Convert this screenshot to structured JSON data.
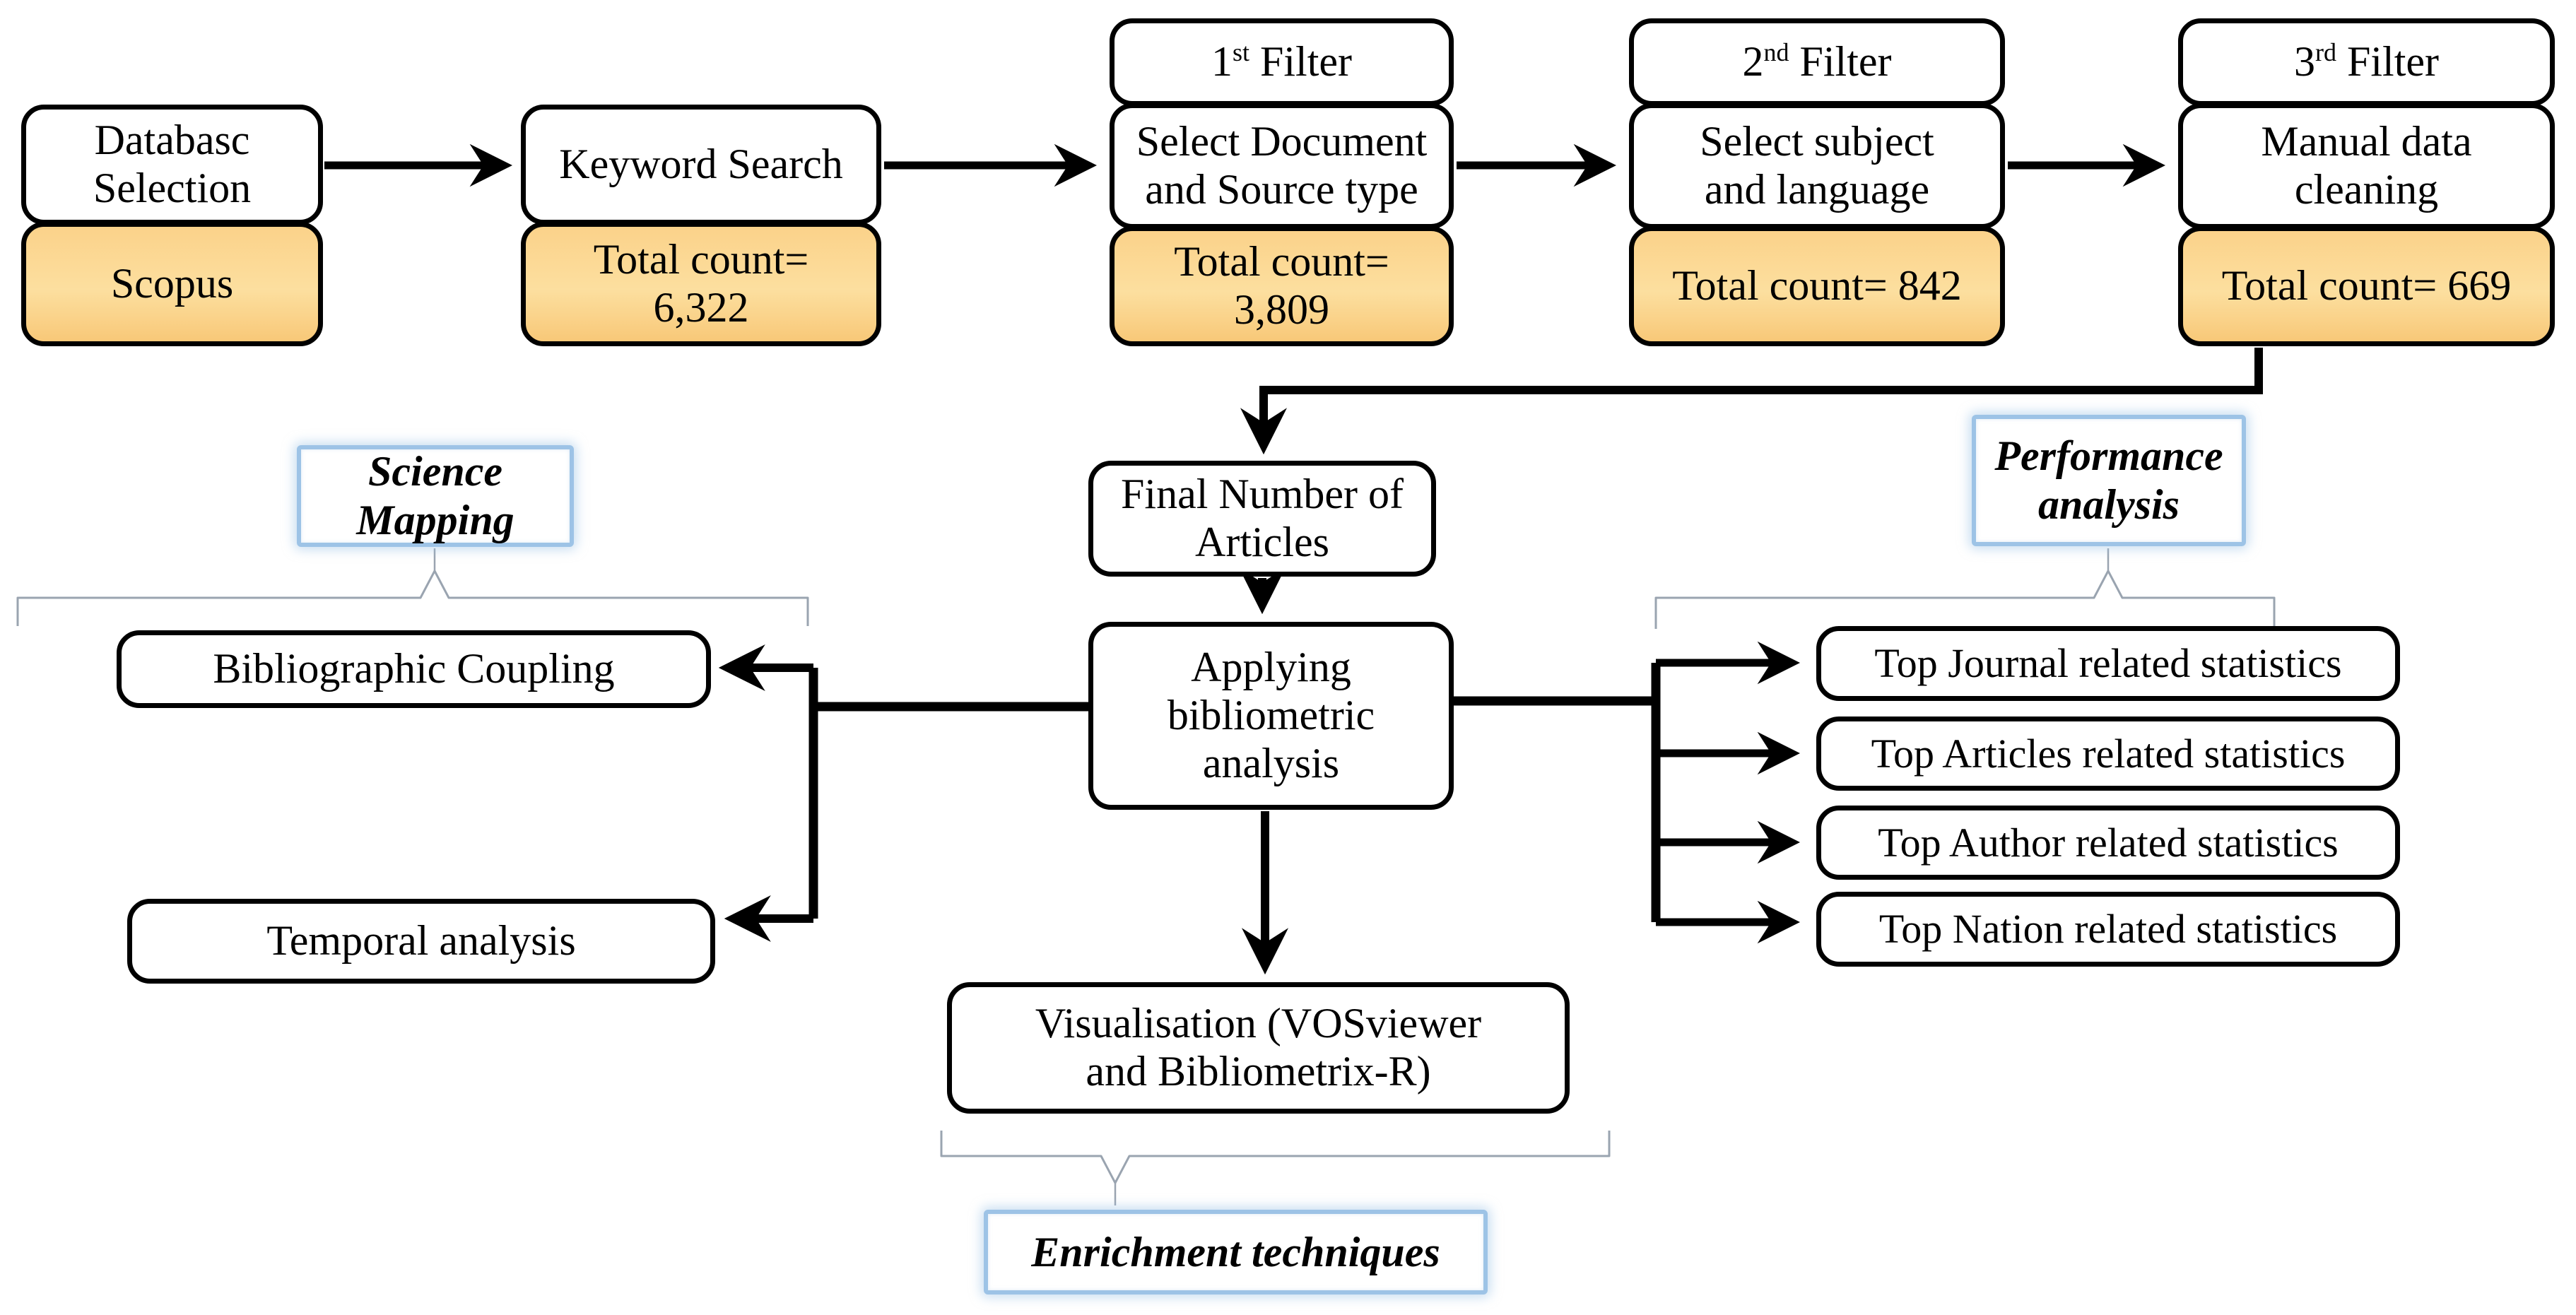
{
  "diagram": {
    "pipeline": {
      "database": {
        "title_line1": "Databasc",
        "title_line2": "Selection",
        "result": "Scopus"
      },
      "keyword_search": {
        "title": "Keyword Search",
        "result_line1": "Total count=",
        "result_line2": "6,322"
      },
      "filter_1": {
        "ordinal_number": "1",
        "ordinal_suffix": "st",
        "ordinal_rest": " Filter",
        "step_line1": "Select Document",
        "step_line2": "and Source type",
        "result_line1": "Total count=",
        "result_line2": "3,809"
      },
      "filter_2": {
        "ordinal_number": "2",
        "ordinal_suffix": "nd",
        "ordinal_rest": " Filter",
        "step_line1": "Select subject",
        "step_line2": "and language",
        "result": "Total count= 842"
      },
      "filter_3": {
        "ordinal_number": "3",
        "ordinal_suffix": "rd",
        "ordinal_rest": " Filter",
        "step_line1": "Manual data",
        "step_line2": "cleaning",
        "result": "Total count= 669"
      },
      "final_articles": {
        "line1": "Final Number of",
        "line2": "Articles"
      },
      "applying": {
        "line1": "Applying",
        "line2": "bibliometric",
        "line3": "analysis"
      }
    },
    "science_mapping": {
      "label_line1": "Science",
      "label_line2": "Mapping",
      "items": [
        "Bibliographic Coupling",
        "Temporal analysis"
      ]
    },
    "performance_analysis": {
      "label_line1": "Performance",
      "label_line2": "analysis",
      "items": [
        "Top Journal related statistics",
        "Top Articles related statistics",
        "Top Author related statistics",
        "Top Nation related statistics"
      ]
    },
    "visualisation": {
      "line1": "Visualisation (VOSviewer",
      "line2": "and Bibliometrix-R)"
    },
    "enrichment_label": "Enrichment techniques",
    "colors": {
      "result_fill": "#fbd28a",
      "label_border": "#9dc3e6",
      "box_border": "#000000",
      "brace_line": "#9aa4b0"
    }
  }
}
